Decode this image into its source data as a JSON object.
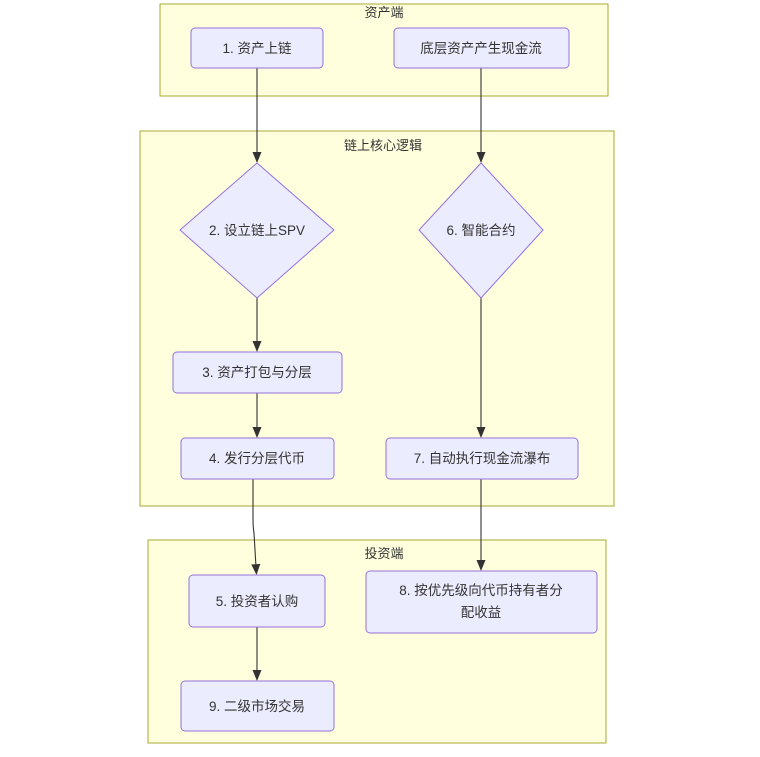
{
  "diagram": {
    "type": "flowchart",
    "direction": "top-down",
    "clusters": [
      {
        "id": "asset-side",
        "label": "资产端"
      },
      {
        "id": "onchain-core",
        "label": "链上核心逻辑"
      },
      {
        "id": "investor-side",
        "label": "投资端"
      }
    ],
    "nodes": [
      {
        "id": "n1",
        "label": "1. 资产上链",
        "shape": "rect",
        "cluster": "asset-side"
      },
      {
        "id": "n6src",
        "label": "底层资产产生现金流",
        "shape": "rect",
        "cluster": "asset-side"
      },
      {
        "id": "n2",
        "label": "2. 设立链上SPV",
        "shape": "diamond",
        "cluster": "onchain-core"
      },
      {
        "id": "n6",
        "label": "6. 智能合约",
        "shape": "diamond",
        "cluster": "onchain-core"
      },
      {
        "id": "n3",
        "label": "3. 资产打包与分层",
        "shape": "rect",
        "cluster": "onchain-core"
      },
      {
        "id": "n4",
        "label": "4. 发行分层代币",
        "shape": "rect",
        "cluster": "onchain-core"
      },
      {
        "id": "n7",
        "label": "7. 自动执行现金流瀑布",
        "shape": "rect",
        "cluster": "onchain-core"
      },
      {
        "id": "n5",
        "label": "5. 投资者认购",
        "shape": "rect",
        "cluster": "investor-side"
      },
      {
        "id": "n8",
        "label": "8. 按优先级向代币持有者分配收益",
        "shape": "rect",
        "cluster": "investor-side"
      },
      {
        "id": "n9",
        "label": "9. 二级市场交易",
        "shape": "rect",
        "cluster": "investor-side"
      }
    ],
    "edges": [
      {
        "from": "n1",
        "to": "n2"
      },
      {
        "from": "n6src",
        "to": "n6"
      },
      {
        "from": "n2",
        "to": "n3"
      },
      {
        "from": "n3",
        "to": "n4"
      },
      {
        "from": "n4",
        "to": "n5"
      },
      {
        "from": "n6",
        "to": "n7"
      },
      {
        "from": "n7",
        "to": "n8"
      },
      {
        "from": "n5",
        "to": "n9"
      }
    ],
    "colors": {
      "cluster_fill": "#ffffde",
      "cluster_stroke": "#aaaa33",
      "node_fill": "#ececff",
      "node_stroke": "#9370db",
      "edge_stroke": "#333333",
      "text": "#333333",
      "background": "#ffffff"
    }
  }
}
